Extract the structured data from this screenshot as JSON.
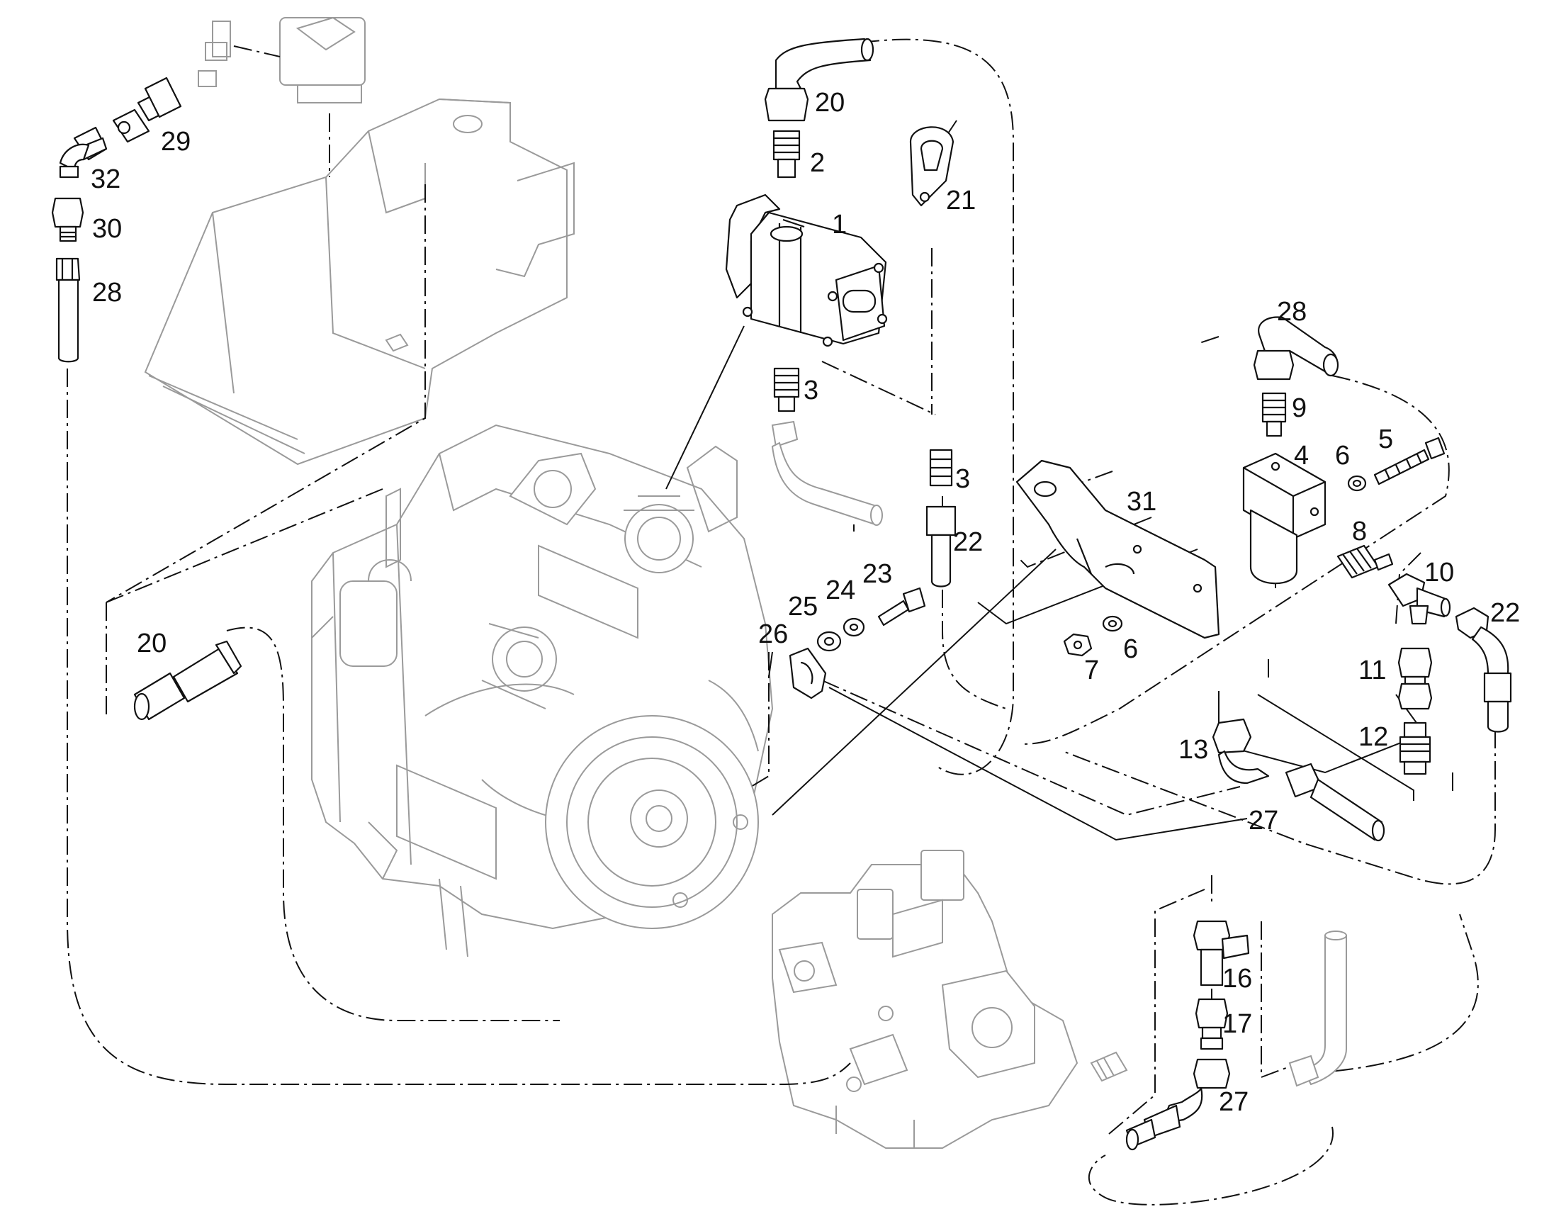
{
  "callouts": [
    {
      "id": "c1",
      "label": "1"
    },
    {
      "id": "c2",
      "label": "2"
    },
    {
      "id": "c3a",
      "label": "3"
    },
    {
      "id": "c3b",
      "label": "3"
    },
    {
      "id": "c4",
      "label": "4"
    },
    {
      "id": "c5",
      "label": "5"
    },
    {
      "id": "c6a",
      "label": "6"
    },
    {
      "id": "c6b",
      "label": "6"
    },
    {
      "id": "c7",
      "label": "7"
    },
    {
      "id": "c8",
      "label": "8"
    },
    {
      "id": "c9",
      "label": "9"
    },
    {
      "id": "c10",
      "label": "10"
    },
    {
      "id": "c11",
      "label": "11"
    },
    {
      "id": "c12",
      "label": "12"
    },
    {
      "id": "c13",
      "label": "13"
    },
    {
      "id": "c16",
      "label": "16"
    },
    {
      "id": "c17",
      "label": "17"
    },
    {
      "id": "c20a",
      "label": "20"
    },
    {
      "id": "c20b",
      "label": "20"
    },
    {
      "id": "c21",
      "label": "21"
    },
    {
      "id": "c22a",
      "label": "22"
    },
    {
      "id": "c22b",
      "label": "22"
    },
    {
      "id": "c23",
      "label": "23"
    },
    {
      "id": "c24",
      "label": "24"
    },
    {
      "id": "c25",
      "label": "25"
    },
    {
      "id": "c26",
      "label": "26"
    },
    {
      "id": "c27a",
      "label": "27"
    },
    {
      "id": "c27b",
      "label": "27"
    },
    {
      "id": "c28a",
      "label": "28"
    },
    {
      "id": "c28b",
      "label": "28"
    },
    {
      "id": "c29",
      "label": "29"
    },
    {
      "id": "c30",
      "label": "30"
    },
    {
      "id": "c31",
      "label": "31"
    },
    {
      "id": "c32",
      "label": "32"
    }
  ],
  "colors": {
    "line": "#111111",
    "faint_line": "#9a9a9a",
    "background": "#ffffff"
  }
}
